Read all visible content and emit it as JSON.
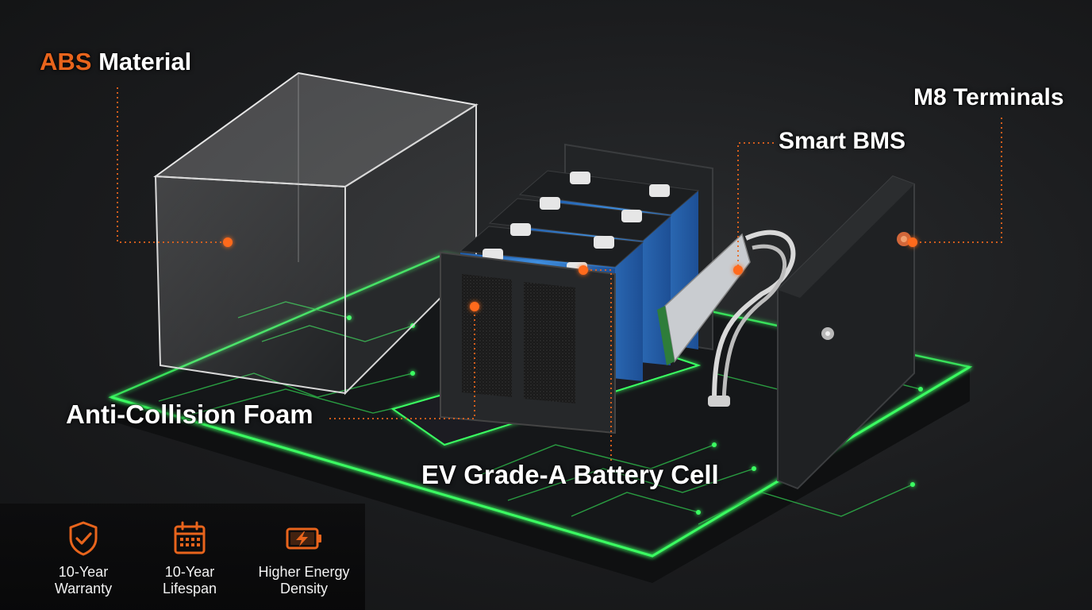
{
  "callouts": {
    "abs_accent": "ABS",
    "abs_rest": " Material",
    "m8": "M8 Terminals",
    "bms": "Smart BMS",
    "foam": "Anti-Collision Foam",
    "cell": "EV Grade-A Battery Cell"
  },
  "features": [
    {
      "icon": "shield-check-icon",
      "line1": "10-Year",
      "line2": "Warranty"
    },
    {
      "icon": "calendar-icon",
      "line1": "10-Year",
      "line2": "Lifespan"
    },
    {
      "icon": "battery-charging-icon",
      "line1": "Higher Energy",
      "line2": "Density"
    }
  ],
  "colors": {
    "accent": "#e8641c",
    "glow": "#39e05a",
    "cell_blue": "#2f74c8",
    "background": "#1b1c1e"
  }
}
